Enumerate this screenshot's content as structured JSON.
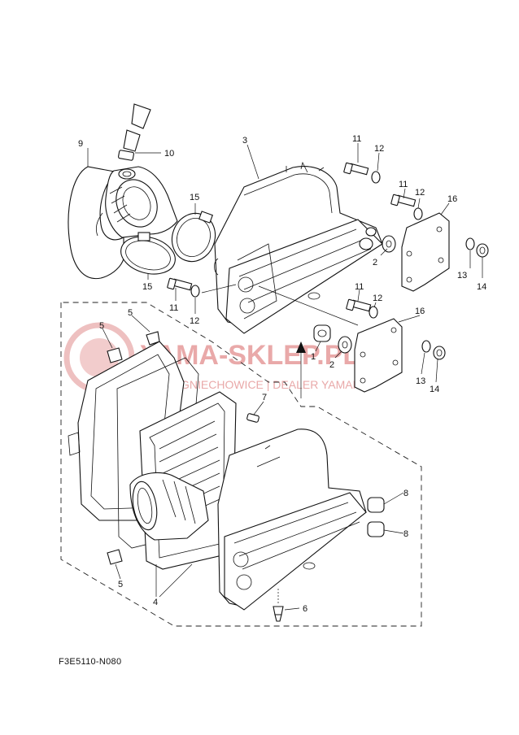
{
  "diagram_code": "F3E5110-N080",
  "watermark": {
    "brand": "YAMA-SKLEP.PL",
    "subtitle": "GNIECHOWICE | DEALER YAMAHA",
    "color": "#e9a9a9"
  },
  "callouts": {
    "p1": "1",
    "p2a": "2",
    "p2b": "2",
    "p3": "3",
    "p4": "4",
    "p5a": "5",
    "p5b": "5",
    "p5c": "5",
    "p6": "6",
    "p7": "7",
    "p8a": "8",
    "p8b": "8",
    "p9": "9",
    "p10": "10",
    "p11a": "11",
    "p11b": "11",
    "p11c": "11",
    "p11d": "11",
    "p12a": "12",
    "p12b": "12",
    "p12c": "12",
    "p12d": "12",
    "p13a": "13",
    "p13b": "13",
    "p14a": "14",
    "p14b": "14",
    "p15a": "15",
    "p15b": "15",
    "p16a": "16",
    "p16b": "16"
  }
}
